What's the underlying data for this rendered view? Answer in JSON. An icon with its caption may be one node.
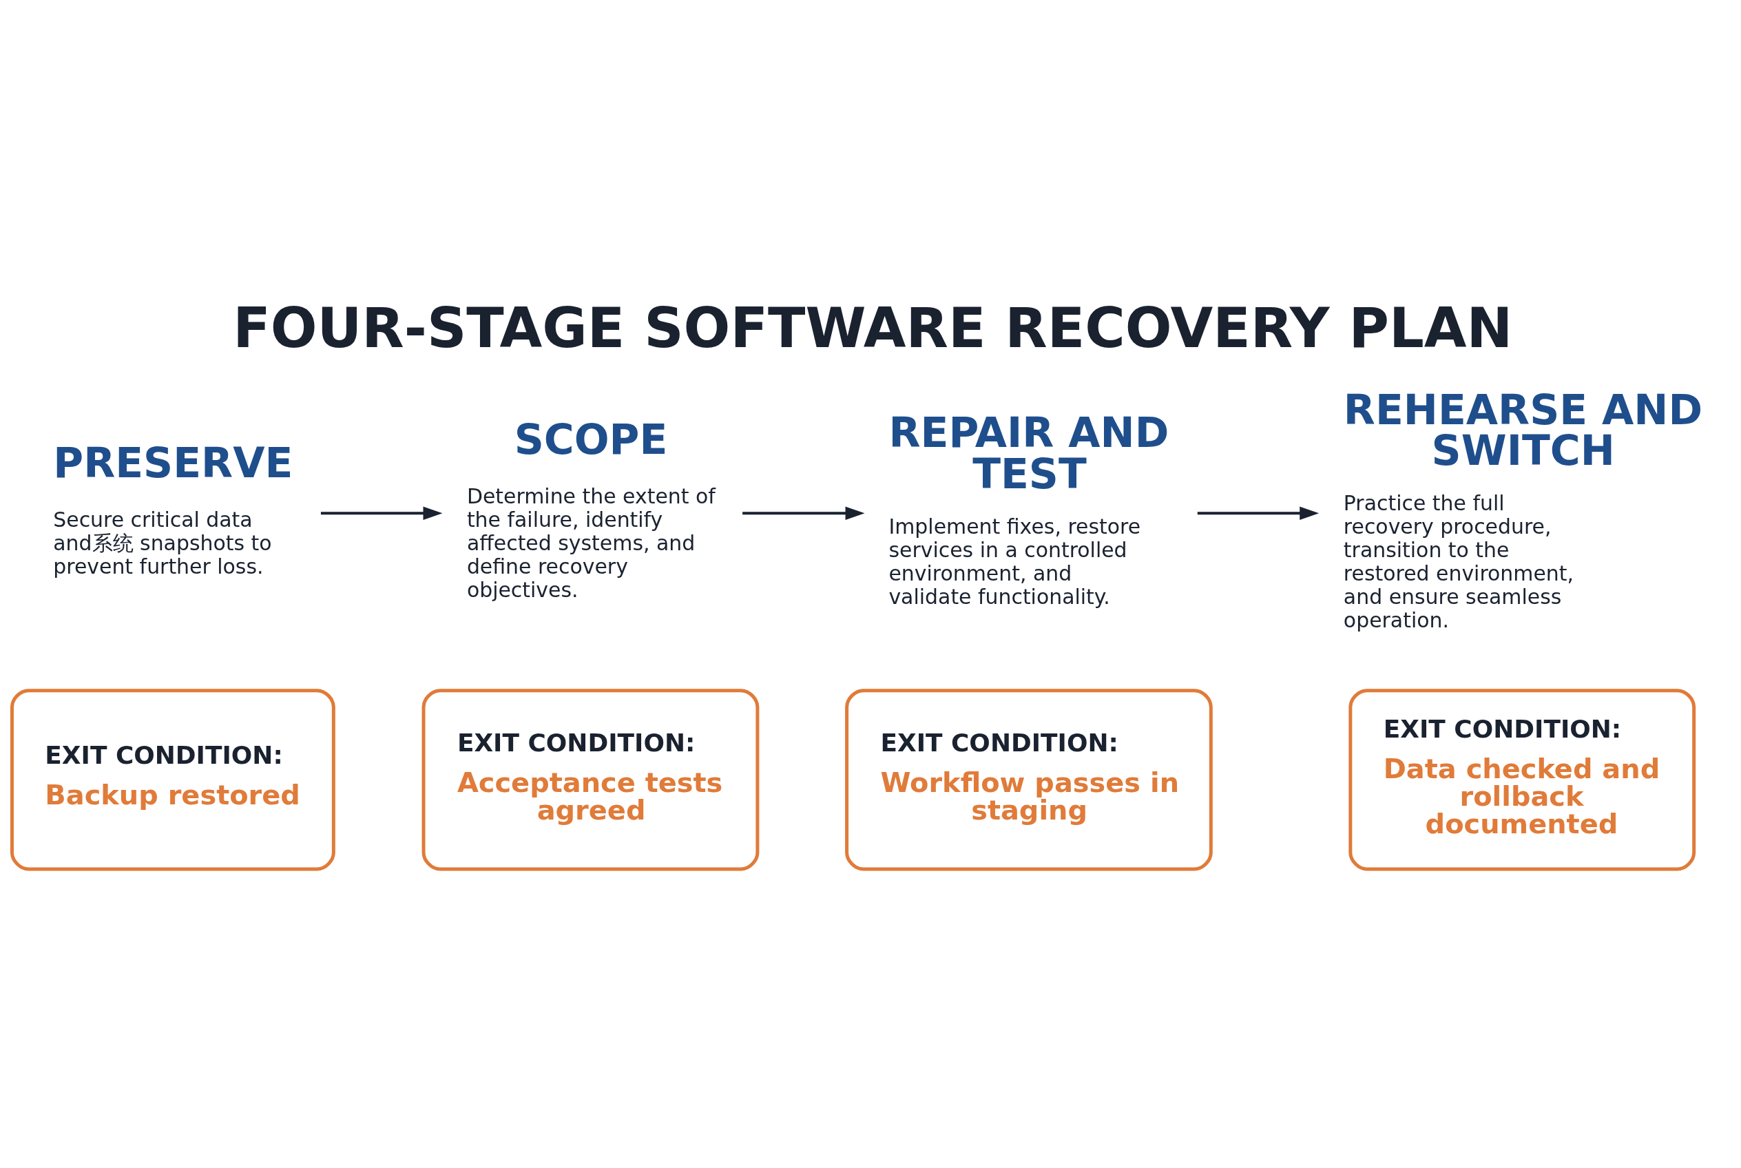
{
  "diagram": {
    "title": "FOUR-STAGE SOFTWARE RECOVERY PLAN",
    "nodes": [
      {
        "text": [
          "PRESERVE"
        ],
        "beside": [
          "Secure critical data and系统 snapshots to prevent further loss."
        ]
      },
      {
        "text": [
          "SCOPE"
        ],
        "beside": [
          "Determine the extent of the failure, identify affected systems, and define recovery objectives."
        ]
      },
      {
        "text": [
          "REPAIR AND TEST"
        ],
        "beside": [
          "Implement fixes, restore services in a controlled environment, and validate functionality."
        ]
      },
      {
        "text": [
          "REHEARSE AND SWITCH"
        ],
        "beside": [
          "Practice the full recovery procedure, transition to the restored environment, and ensure seamless operation."
        ]
      },
      {
        "text": [
          "EXIT CONDITION:",
          "Backup restored"
        ]
      },
      {
        "text": [
          "EXIT CONDITION:",
          "Acceptance tests agreed"
        ]
      },
      {
        "text": [
          "EXIT CONDITION:",
          "Workflow passes in staging"
        ]
      },
      {
        "text": [
          "EXIT CONDITION:",
          "Data checked and rollback documented"
        ]
      }
    ],
    "edges": [
      {
        "from": 0,
        "to": 1,
        "arrow": "to"
      },
      {
        "from": 1,
        "to": 2,
        "arrow": "to"
      },
      {
        "from": 2,
        "to": 3,
        "arrow": "to"
      }
    ]
  }
}
